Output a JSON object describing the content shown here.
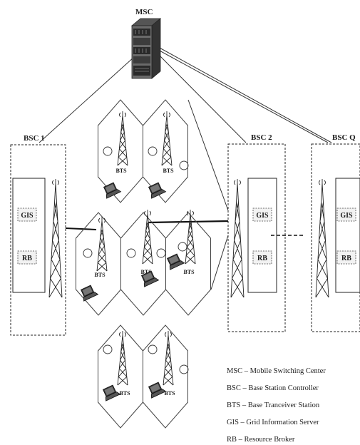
{
  "msc": {
    "label": "MSC"
  },
  "bsc_groups": [
    {
      "label": "BSC 1",
      "gis": "GIS",
      "rb": "RB"
    },
    {
      "label": "BSC 2",
      "gis": "GIS",
      "rb": "RB"
    },
    {
      "label": "BSC Q",
      "gis": "GIS",
      "rb": "RB"
    }
  ],
  "cell_label": "BTS",
  "legend": [
    "MSC – Mobile Switching Center",
    "BSC – Base Station Controller",
    "BTS – Base Tranceiver Station",
    "GIS – Grid Information Server",
    "RB – Resource Broker"
  ]
}
